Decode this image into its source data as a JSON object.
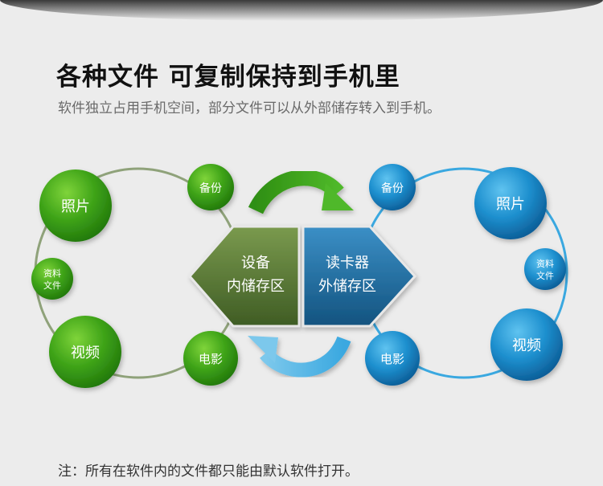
{
  "title": "各种文件 可复制保持到手机里",
  "subtitle": "软件独立占用手机空间，部分文件可以从外部储存转入到手机。",
  "note": "注：所有在软件内的文件都只能由默认软件打开。",
  "left": {
    "hex_line1": "设备",
    "hex_line2": "内储存区",
    "photo": "照片",
    "backup": "备份",
    "doc_line1": "资料",
    "doc_line2": "文件",
    "video": "视频",
    "movie": "电影"
  },
  "right": {
    "hex_line1": "读卡器",
    "hex_line2": "外储存区",
    "backup": "备份",
    "photo": "照片",
    "doc_line1": "资料",
    "doc_line2": "文件",
    "movie": "电影",
    "video": "视频"
  },
  "colors": {
    "green": "#3aa617",
    "blue": "#1c8fd0",
    "hex_green": "#5a7a3a",
    "hex_blue": "#1f6fa5"
  }
}
